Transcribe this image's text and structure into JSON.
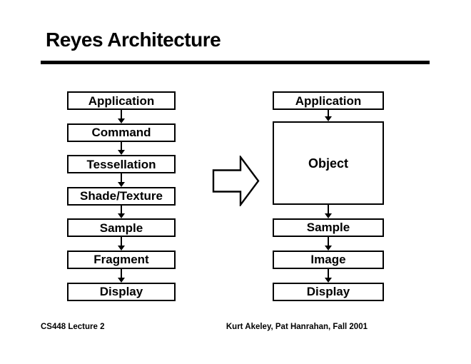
{
  "slide": {
    "title": "Reyes Architecture",
    "footer": {
      "left": "CS448 Lecture 2",
      "right": "Kurt Akeley, Pat Hanrahan, Fall 2001"
    }
  },
  "pipelines": {
    "left": {
      "stages": [
        "Application",
        "Command",
        "Tessellation",
        "Shade/Texture",
        "Sample",
        "Fragment",
        "Display"
      ]
    },
    "right": {
      "stages": [
        "Application",
        "Object",
        "Sample",
        "Image",
        "Display"
      ]
    }
  },
  "icons": {
    "block_arrow": "right-block-arrow",
    "connector": "down-arrow"
  },
  "colors": {
    "background": "#ffffff",
    "line": "#000000",
    "box_fill": "#ffffff",
    "text": "#000000"
  }
}
